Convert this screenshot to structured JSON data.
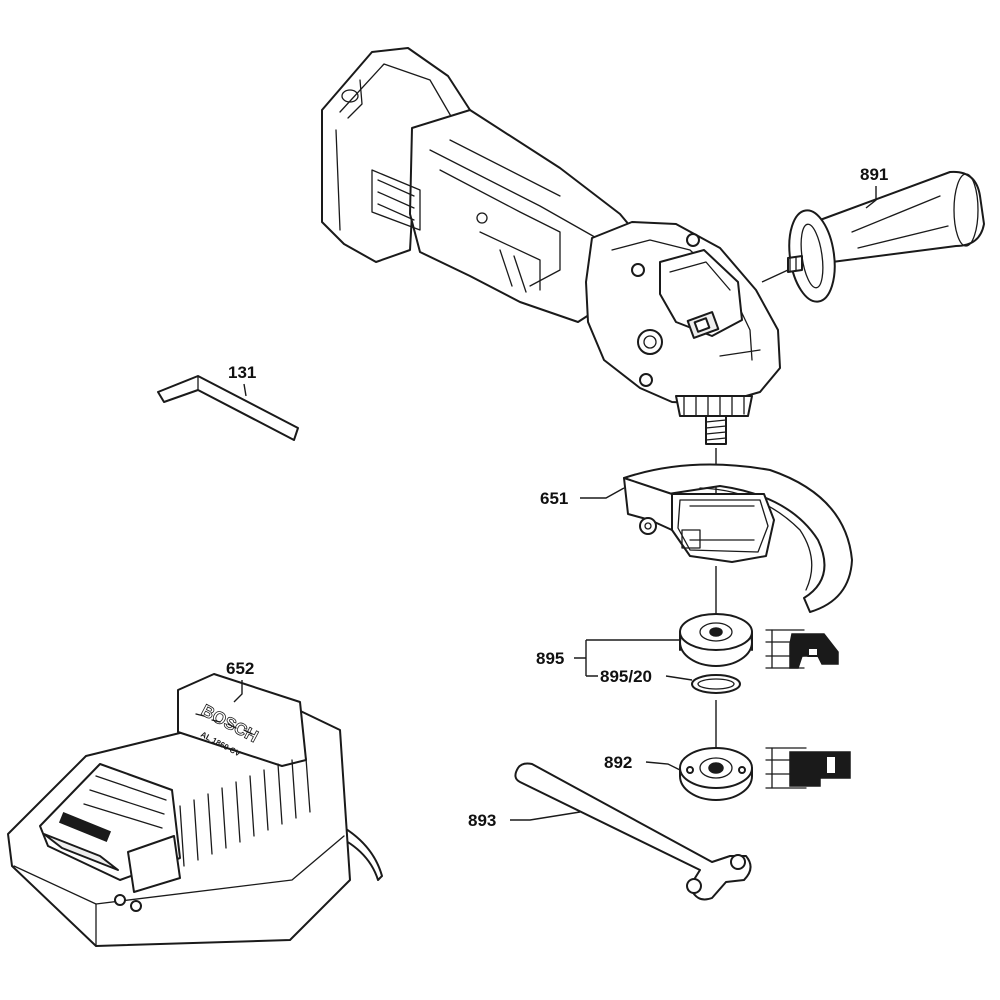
{
  "callouts": {
    "p891": "891",
    "p131": "131",
    "p651": "651",
    "p895": "895",
    "p895_20": "895/20",
    "p652": "652",
    "p892": "892",
    "p893": "893"
  },
  "charger": {
    "brand": "BOSCH",
    "model": "AL 1860 CV"
  }
}
